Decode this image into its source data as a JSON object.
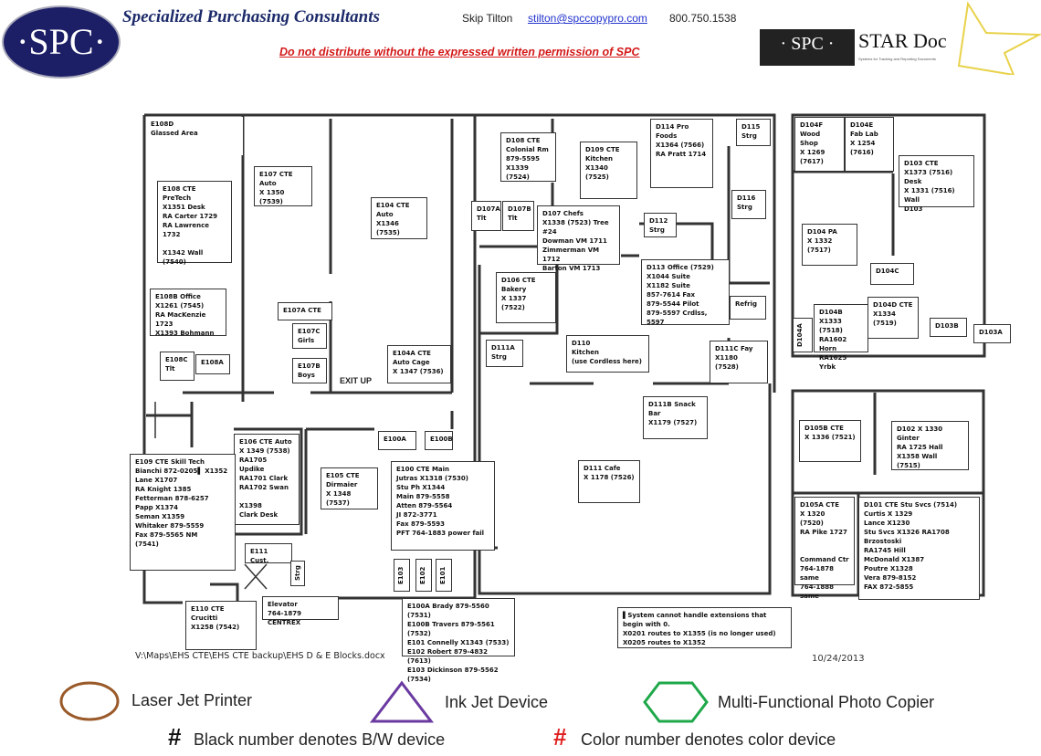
{
  "header": {
    "logo_text": "·SPC·",
    "company": "Specialized Purchasing Consultants",
    "contact_name": "Skip Tilton",
    "contact_email": "stilton@spccopypro.com",
    "contact_phone": "800.750.1538",
    "warning": "Do not distribute without the expressed written permission of SPC",
    "star_logo_left": "· SPC ·",
    "star_logo_right": "STAR Doc",
    "star_logo_sub": "Systems for Tracking and Reporting Documents"
  },
  "rooms": {
    "e108d": "E108D\nGlassed Area",
    "e108": "E108 CTE PreTech\nX1351 Desk\nRA Carter 1729\nRA Lawrence 1732\n\nX1342 Wall\n(7540)",
    "e107": "E107 CTE Auto\nX 1350 (7539)",
    "e104": "E104 CTE Auto\nX1346 (7535)",
    "e108b": "E108B Office\nX1261 (7545)\nRA MacKenzie 1723\nX1393 Bohmann",
    "e107a": "E107A CTE",
    "e107c": "E107C\nGirls",
    "e107b": "E107B\nBoys",
    "e108c": "E108C\nTlt",
    "e108a": "E108A",
    "e104a": "E104A CTE\nAuto Cage\nX 1347 (7536)",
    "e106": "E106 CTE Auto\nX 1349 (7538)\nRA1705 Updike\nRA1701 Clark\nRA1702 Swan\n\nX1398\nClark Desk",
    "e109": "E109 CTE Skill Tech\nBianchi 872-0205▌ X1352\nLane X1707\nRA Knight 1385\nFetterman 878-6257\nPapp  X1374\nSeman X1359\nWhitaker 879-5559\nFax 879-5565 NM\n(7541)",
    "e105": "E105 CTE\nDirmaier\nX 1348 (7537)",
    "e100a": "E100A",
    "e100b": "E100B",
    "e100": "E100 CTE Main\nJutras X1318 (7530)\nStu Ph X1344\nMain 879-5558\nAtten 879-5564\nJI 872-3771\nFax 879-5593\nPFT 764-1883 power  fail",
    "e111": "E111 Cust.",
    "strg_e": "Strg",
    "e103": "E103",
    "e102": "E102",
    "e101": "E101",
    "e110": "E110 CTE\nCrucitti\nX1258 (7542)",
    "elevator": "Elevator\n764-1879 CENTREX",
    "e100_list": "E100A Brady  879-5560 (7531)\nE100B Travers  879-5561 (7532)\nE101 Connelly  X1343 (7533)\nE102 Robert 879-4832  (7613)\nE103  Dickinson 879-5562 (7534)",
    "d108": "D108 CTE\nColonial Rm\n879-5595\nX1339 (7524)",
    "d109": "D109 CTE\nKitchen\nX1340 (7525)",
    "d114": "D114 Pro Foods\nX1364 (7566)\nRA Pratt 1714",
    "d115": "D115\nStrg",
    "d116": "D116\nStrg",
    "d107a": "D107A\nTlt",
    "d107b": "D107B\nTlt",
    "d107": "D107  Chefs\nX1338 (7523) Tree #24\nDowman VM 1711\nZimmerman VM 1712\nBarton VM 1713",
    "d112": "D112\nStrg",
    "d113": "D113 Office (7529)\nX1044 Suite\nX1182 Suite\n857-7614 Fax\n879-5544 Pilot\n879-5597 Crdlss, 5597",
    "d106": "D106 CTE\nBakery\nX 1337 (7522)",
    "refrig": "Refrig",
    "d111a": "D111A\nStrg",
    "d110": "D110\nKitchen\n(use Cordless here)",
    "d111c": "D111C Fay\nX1180 (7528)",
    "d111b": "D111B Snack Bar\nX1179 (7527)",
    "d111": "D111 Cafe\nX 1178 (7526)",
    "note": "▌System cannot handle extensions that begin with 0.\nX0201 routes to X1355  (is no longer used)\nX0205 routes to X1352",
    "d104f": "D104F\nWood Shop\nX 1269\n (7617)",
    "d104e": "D104E\nFab Lab\nX 1254\n(7616)",
    "d103": "D103 CTE\nX1373 (7516) Desk\nX 1331 (7516) Wall\nD103",
    "d104pa": "D104 PA\nX 1332 (7517)",
    "d104c": "D104C",
    "d104b": "D104B\nX1333 (7518)\nRA1602 Horn\nRA1625 Yrbk",
    "d104d": "D104D CTE\nX1334\n(7519)",
    "d104a": "D104A",
    "d103b": "D103B",
    "d103a": "D103A",
    "d105b": "D105B CTE\nX 1336 (7521)",
    "d102": "D102 X 1330 Ginter\nRA 1725 Hall\nX1358 Wall\n(7515)",
    "d105a": "D105A CTE\nX 1320 (7520)\nRA Pike 1727\n\n\nCommand Ctr\n764-1878 same\n764-1888 same",
    "d101": "D101 CTE Stu Svcs (7514)\nCurtis X 1329\nLance X1230\nStu Svcs  X1326 RA1708 Brzostoski\nRA1745 Hill\nMcDonald X1387\nPoutre X1328\nVera 879-8152\nFAX 872-5855"
  },
  "map_text": {
    "file_path": "V:\\Maps\\EHS CTE\\EHS CTE backup\\EHS D & E Blocks.docx",
    "date": "10/24/2013",
    "exit_mark": "EXIT UP"
  },
  "legend": {
    "laser": "Laser Jet Printer",
    "inkjet": "Ink Jet Device",
    "mfp": "Multi-Functional Photo Copier",
    "bw_symbol": "#",
    "bw": "Black number denotes B/W device",
    "color_symbol": "#",
    "color": "Color number denotes color device",
    "colors": {
      "laser": "#9a5a2a",
      "inkjet": "#6a3aa0",
      "mfp": "#1fa84a",
      "color_number": "#e02020",
      "brand": "#1c1f66",
      "warning": "#d41a1a"
    }
  }
}
